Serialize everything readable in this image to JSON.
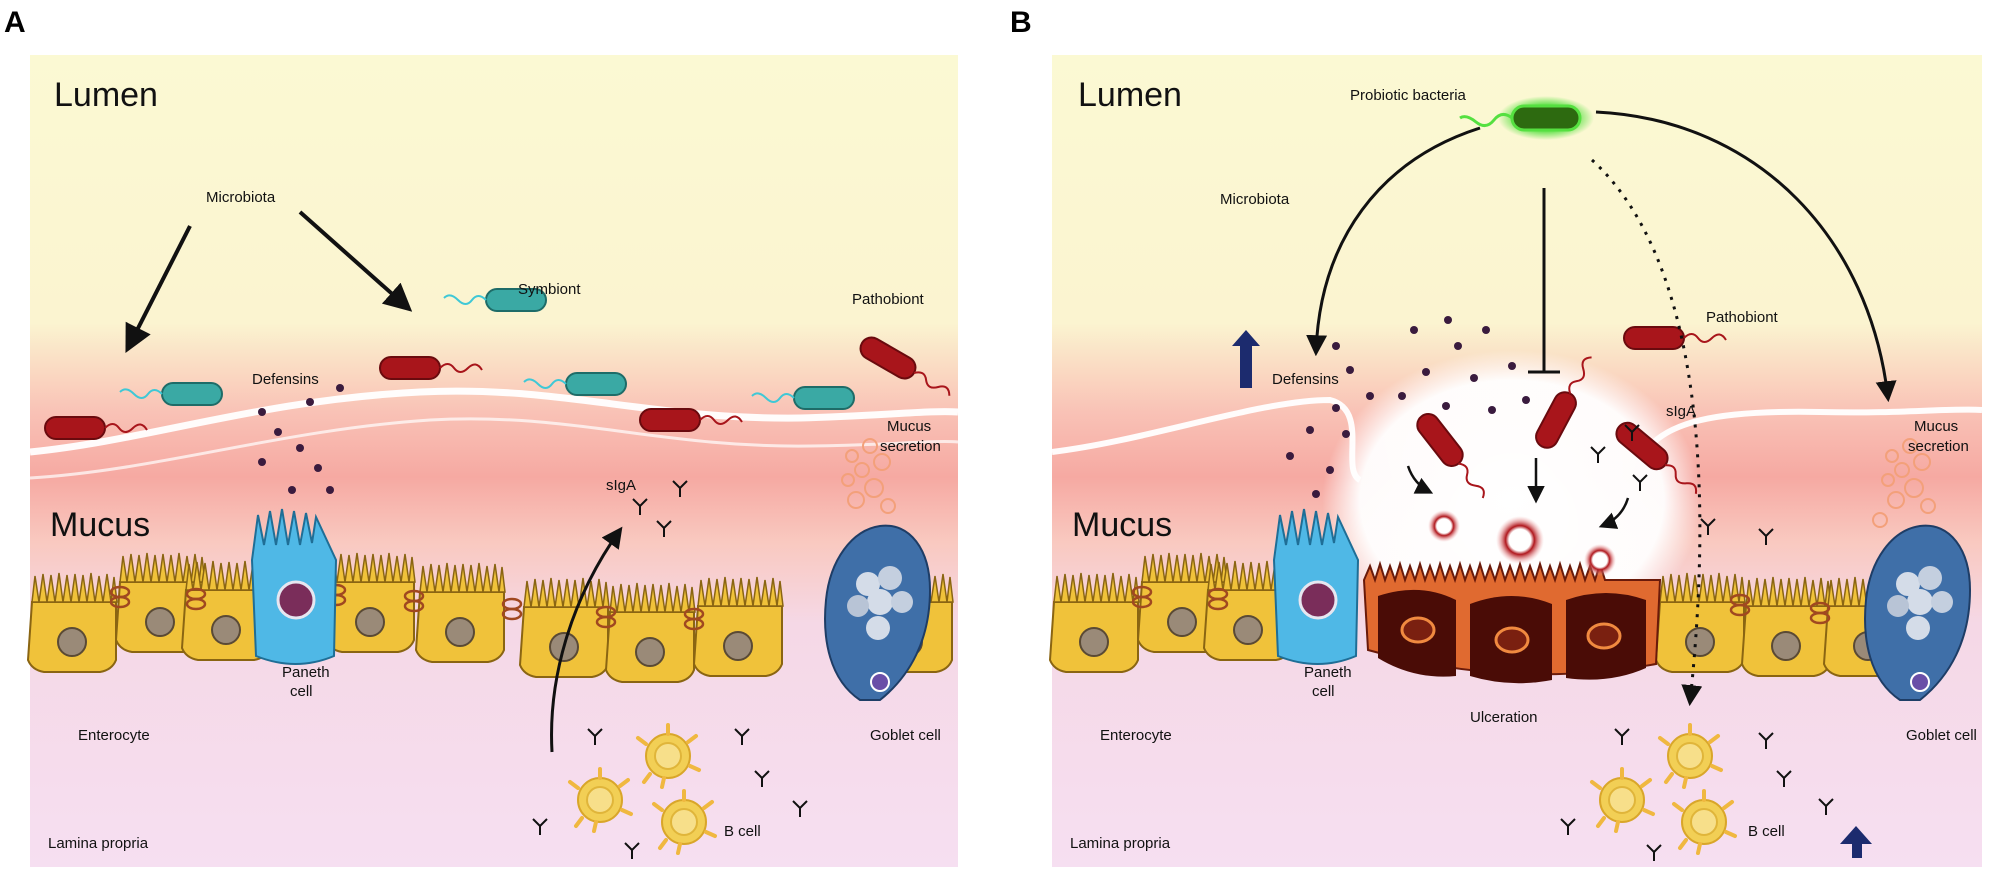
{
  "panels": [
    {
      "letter": "A",
      "labels": {
        "lumen": "Lumen",
        "mucus": "Mucus",
        "microbiota": "Microbiota",
        "symbiont": "Symbiont",
        "pathobiont": "Pathobiont",
        "defensins": "Defensins",
        "siga": "sIgA",
        "mucus_secretion_1": "Mucus",
        "mucus_secretion_2": "secretion",
        "paneth_1": "Paneth",
        "paneth_2": "cell",
        "enterocyte": "Enterocyte",
        "goblet": "Goblet cell",
        "b_cell": "B cell",
        "lamina_propria": "Lamina propria"
      }
    },
    {
      "letter": "B",
      "labels": {
        "lumen": "Lumen",
        "mucus": "Mucus",
        "probiotic": "Probiotic bacteria",
        "microbiota": "Microbiota",
        "pathobiont": "Pathobiont",
        "defensins": "Defensins",
        "siga": "sIgA",
        "mucus_secretion_1": "Mucus",
        "mucus_secretion_2": "secretion",
        "paneth_1": "Paneth",
        "paneth_2": "cell",
        "enterocyte": "Enterocyte",
        "ulceration": "Ulceration",
        "goblet": "Goblet cell",
        "b_cell": "B cell",
        "lamina_propria": "Lamina propria"
      }
    }
  ],
  "colors": {
    "lumen": "#fbf8d2",
    "mucus": "#f7b8b0",
    "lamina": "#f6dcf0",
    "enterocyte": "#f0c23a",
    "paneth": "#4fb8e6",
    "goblet": "#3f6fa8",
    "symbiont": "#3aa9a4",
    "pathobiont": "#a8151b",
    "probiotic": "#2d6a10",
    "bcell": "#f2cf55",
    "up_arrow": "#1c2b6e"
  }
}
